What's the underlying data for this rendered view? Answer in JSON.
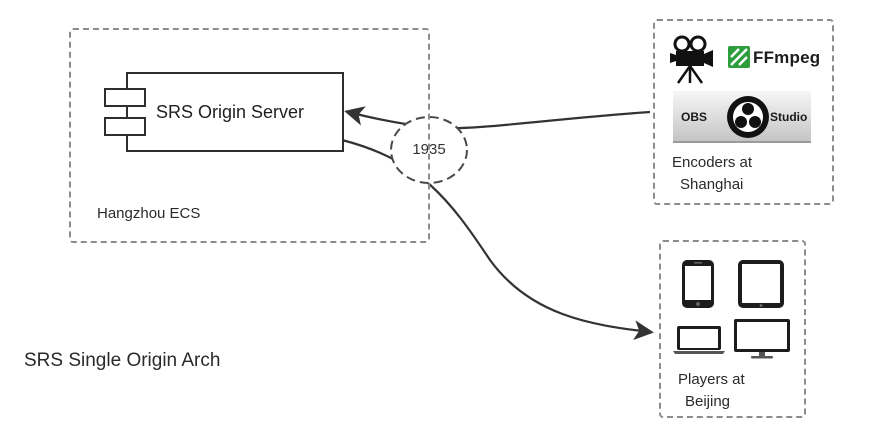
{
  "diagram": {
    "caption": "SRS Single Origin Arch",
    "origin_group": {
      "label": "Hangzhou ECS",
      "server_label": "SRS Origin Server"
    },
    "port": {
      "label": "1935"
    },
    "encoders_group": {
      "label_line1": "Encoders at",
      "label_line2": "Shanghai",
      "tools": {
        "ffmpeg": "FFmpeg",
        "obs_left": "OBS",
        "obs_right": "Studio"
      }
    },
    "players_group": {
      "label_line1": "Players at",
      "label_line2": "Beijing"
    }
  },
  "colors": {
    "dashed_border": "#8c8c8c",
    "line": "#333333",
    "ffmpeg_green": "#2e9e3d"
  },
  "icons": {
    "camera": "movie-camera-icon",
    "ffmpeg": "ffmpeg-logo",
    "obs": "obs-studio-logo",
    "phone": "smartphone-icon",
    "tablet": "tablet-icon",
    "laptop": "laptop-icon",
    "desktop": "desktop-monitor-icon",
    "component": "uml-component-icon"
  }
}
